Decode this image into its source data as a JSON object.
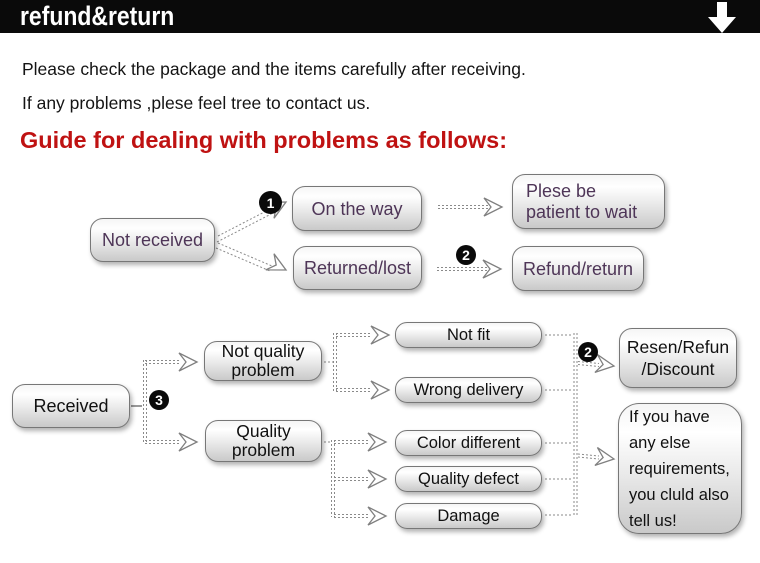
{
  "header": {
    "title": "refund&return",
    "icon": "down-arrow-icon"
  },
  "intro": {
    "line1": "Please check the package and the items carefully after receiving.",
    "line2": "If any problems ,plese feel tree to contact us."
  },
  "guide": {
    "heading": "Guide for dealing with problems as follows:"
  },
  "flow1": {
    "not_received": "Not received",
    "on_the_way": "On the way",
    "returned_lost": "Returned/lost",
    "plese_wait": "Plese be\npatient to wait",
    "refund_return": "Refund/return",
    "badge_1": "1",
    "badge_2": "2"
  },
  "flow2": {
    "received": "Received",
    "badge_3": "3",
    "not_quality": "Not quality\nproblem",
    "quality": "Quality\nproblem",
    "not_fit": "Not fit",
    "wrong_delivery": "Wrong delivery",
    "color_different": "Color different",
    "quality_defect": "Quality defect",
    "damage": "Damage",
    "badge_2": "2",
    "resen_refund": "Resen/Refun\n/Discount",
    "if_you_have": "If you have\nany else\nrequirements,\nyou cluld also\ntell us!"
  },
  "colors": {
    "banner": "#0a0a0a",
    "accent_red": "#bf1212",
    "box_text_purple": "#4e3557",
    "box_text_black": "#111111",
    "box_border": "#777777",
    "connector": "#8a8a8a"
  }
}
